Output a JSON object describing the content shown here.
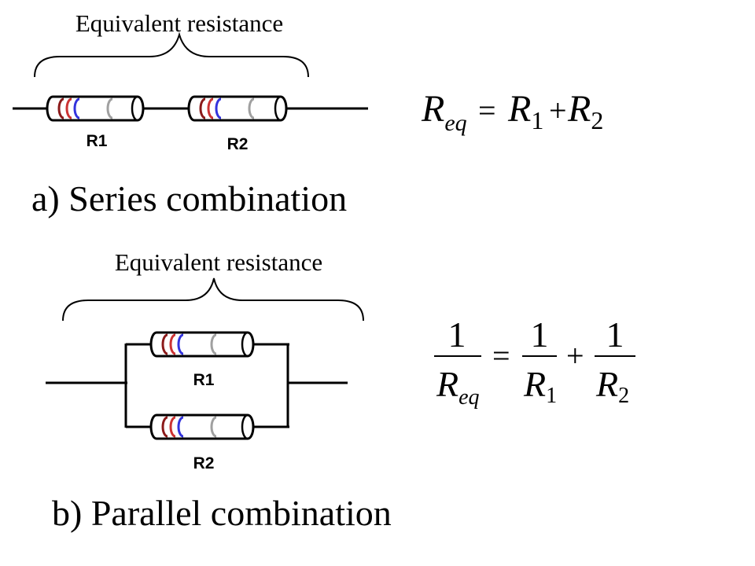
{
  "series": {
    "bracket_label": "Equivalent resistance",
    "resistors": [
      {
        "label": "R1"
      },
      {
        "label": "R2"
      }
    ],
    "caption": "a) Series combination",
    "formula": {
      "lhs_R": "R",
      "lhs_sub": "eq",
      "equals": "=",
      "t1_R": "R",
      "t1_sub": "1",
      "plus": "+",
      "t2_R": "R",
      "t2_sub": "2"
    }
  },
  "parallel": {
    "bracket_label": "Equivalent resistance",
    "resistors": [
      {
        "label": "R1"
      },
      {
        "label": "R2"
      }
    ],
    "caption": "b) Parallel combination",
    "formula": {
      "lhs_num": "1",
      "lhs_R": "R",
      "lhs_sub": "eq",
      "equals": "=",
      "t1_num": "1",
      "t1_R": "R",
      "t1_sub": "1",
      "plus": "+",
      "t2_num": "1",
      "t2_R": "R",
      "t2_sub": "2"
    }
  },
  "colors": {
    "wire": "#000000",
    "resistor_body": "#ffffff",
    "band_1": "#8b1a1a",
    "band_2": "#cc3333",
    "band_3": "#3333dd",
    "band_4": "#a0a0a0"
  }
}
